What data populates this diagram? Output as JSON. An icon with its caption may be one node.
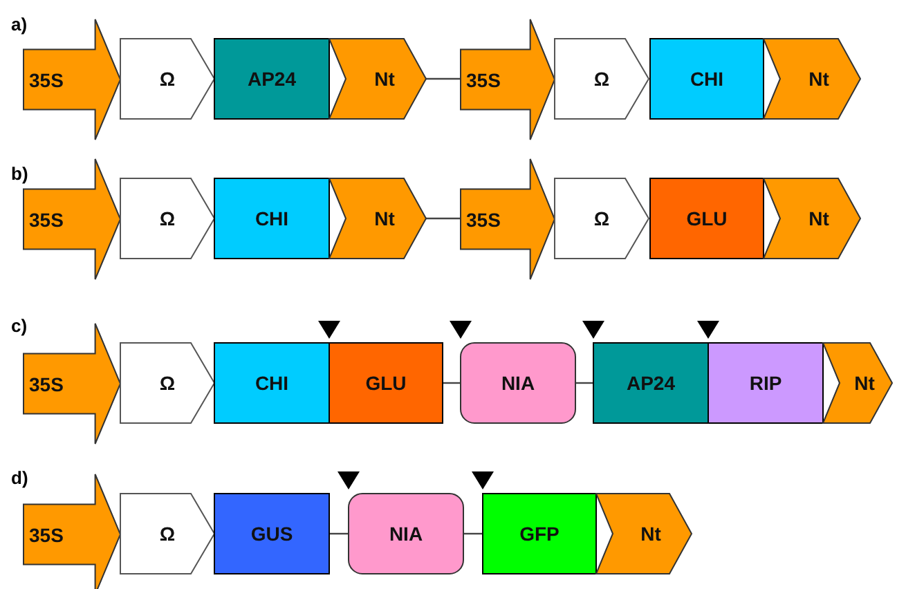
{
  "diagram": {
    "nodes": [
      {
        "text": [
          "35S"
        ]
      },
      {
        "text": [
          "Ω"
        ]
      },
      {
        "text": [
          "AP24"
        ]
      },
      {
        "text": [
          "Nt"
        ]
      },
      {
        "text": [
          "35S"
        ]
      },
      {
        "text": [
          "Ω"
        ]
      },
      {
        "text": [
          "CHI"
        ]
      },
      {
        "text": [
          "Nt"
        ]
      },
      {
        "text": [
          "35S"
        ]
      },
      {
        "text": [
          "Ω"
        ]
      },
      {
        "text": [
          "CHI"
        ]
      },
      {
        "text": [
          "Nt"
        ]
      },
      {
        "text": [
          "35S"
        ]
      },
      {
        "text": [
          "Ω"
        ]
      },
      {
        "text": [
          "GLU"
        ]
      },
      {
        "text": [
          "Nt"
        ]
      },
      {
        "text": [
          "35S"
        ]
      },
      {
        "text": [
          "Ω"
        ]
      },
      {
        "text": [
          "CHI"
        ]
      },
      {
        "text": [
          "GLU"
        ]
      },
      {
        "text": [
          "NIA"
        ]
      },
      {
        "text": [
          "AP24"
        ]
      },
      {
        "text": [
          "RIP"
        ]
      },
      {
        "text": [
          "Nt"
        ]
      },
      {
        "text": [
          "35S"
        ]
      },
      {
        "text": [
          "Ω"
        ]
      },
      {
        "text": [
          "GUS"
        ]
      },
      {
        "text": [
          "NIA"
        ]
      },
      {
        "text": [
          "GFP"
        ]
      },
      {
        "text": [
          "Nt"
        ]
      }
    ],
    "edges": [
      {
        "from": 3,
        "to": 4,
        "arrow": "none"
      },
      {
        "from": 11,
        "to": 12,
        "arrow": "none"
      },
      {
        "from": 19,
        "to": 20,
        "arrow": "none"
      },
      {
        "from": 20,
        "to": 21,
        "arrow": "none"
      },
      {
        "from": 26,
        "to": 27,
        "arrow": "none"
      },
      {
        "from": 27,
        "to": 28,
        "arrow": "none"
      }
    ],
    "labels": [
      "a)",
      "b)",
      "c)",
      "d)"
    ]
  }
}
